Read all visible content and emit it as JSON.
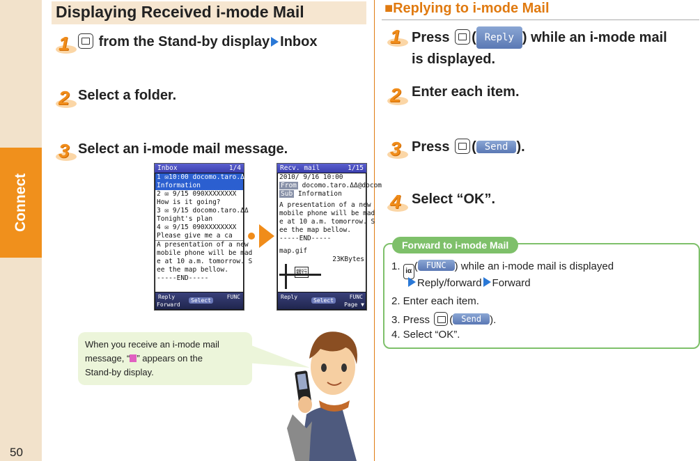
{
  "sidebar": {
    "label": "Connect",
    "page_number": "50"
  },
  "left": {
    "heading": "Displaying Received i-mode Mail",
    "steps": [
      {
        "num": "1",
        "text": "from the Stand-by display",
        "inbox": "Inbox"
      },
      {
        "num": "2",
        "text": "Select a folder."
      },
      {
        "num": "3",
        "text": "Select an i-mode mail message."
      }
    ],
    "inbox_screen": {
      "title": "Inbox",
      "page": "1/4",
      "rows": [
        "1 ✉10:00 docomo.taro.ΔΔ",
        "  Information",
        "2 ✉ 9/15 090XXXXXXXX",
        "  How is it going?",
        "3 ✉ 9/15 docomo.taro.ΔΔ",
        "  Tonight's plan",
        "4 ✉ 9/15 090XXXXXXXX",
        "  Please give me a ca",
        "A presentation of a new",
        "mobile phone will be mad",
        "e at 10 a.m. tomorrow. S",
        "ee the map bellow.",
        "      -----END-----"
      ],
      "soft_reply": "Reply",
      "soft_forward": "Forward",
      "soft_select": "Select",
      "soft_func": "FUNC"
    },
    "detail_screen": {
      "title": "Recv. mail",
      "page": "1/15",
      "date_row": "2010/ 9/16 10:00",
      "from_tag": "From",
      "from": "docomo.taro.ΔΔ@docom",
      "sub_tag": "Sub",
      "subject": "Information",
      "body": [
        "A presentation of a new",
        "mobile phone will be mad",
        "e at 10 a.m. tomorrow. S",
        "ee the map bellow.",
        "     -----END-----"
      ],
      "attachment": "map.gif",
      "size": "23KBytes",
      "map_label": "銀行",
      "soft_reply": "Reply",
      "soft_select": "Select",
      "soft_func": "FUNC",
      "soft_page": "Page ▼"
    },
    "bubble": {
      "line1": "When you receive an i-mode mail",
      "line2_pre": "message, “",
      "line2_post": "” appears on the",
      "line3": "Stand-by display."
    }
  },
  "right": {
    "heading": "■Replying to i-mode Mail",
    "step1": {
      "num": "1",
      "press": "Press",
      "soft": "Reply",
      "rest": "while an i-mode mail",
      "line2": "is displayed."
    },
    "step2": {
      "num": "2",
      "text": "Enter each item."
    },
    "step3": {
      "num": "3",
      "press": "Press",
      "soft": "Send"
    },
    "step4": {
      "num": "4",
      "text": "Select “OK”."
    },
    "forward_box": {
      "tag": "Forward to i-mode Mail",
      "l1_pre": "1.",
      "l1_soft": "FUNC",
      "l1_post": "while an i-mode mail is displayed",
      "l2_a": "Reply/forward",
      "l2_b": "Forward",
      "l3": "2. Enter each item.",
      "l4_pre": "3. Press",
      "l4_soft": "Send",
      "l5": "4. Select “OK”."
    }
  }
}
